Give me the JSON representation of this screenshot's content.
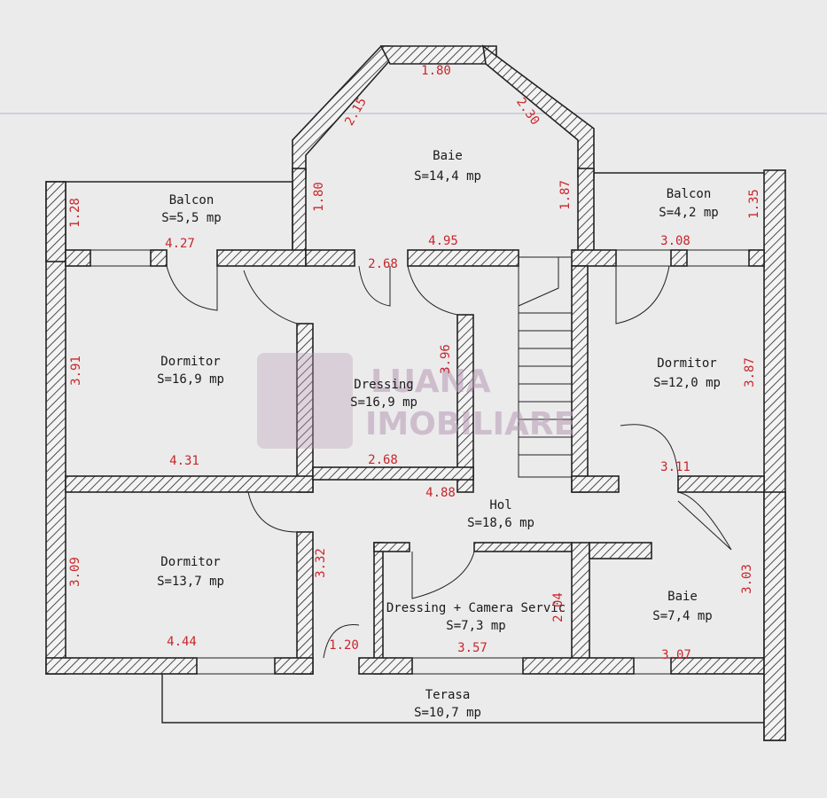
{
  "rooms": {
    "baie_top": {
      "name": "Baie",
      "area": "S=14,4 mp"
    },
    "balcon_left": {
      "name": "Balcon",
      "area": "S=5,5 mp"
    },
    "balcon_right": {
      "name": "Balcon",
      "area": "S=4,2 mp"
    },
    "dormitor_left_top": {
      "name": "Dormitor",
      "area": "S=16,9 mp"
    },
    "dressing": {
      "name": "Dressing",
      "area": "S=16,9 mp"
    },
    "dormitor_right": {
      "name": "Dormitor",
      "area": "S=12,0 mp"
    },
    "hol": {
      "name": "Hol",
      "area": "S=18,6 mp"
    },
    "dormitor_left_bottom": {
      "name": "Dormitor",
      "area": "S=13,7 mp"
    },
    "dressing_camera": {
      "name": "Dressing + Camera Servic",
      "area": "S=7,3 mp"
    },
    "baie_bottom": {
      "name": "Baie",
      "area": "S=7,4 mp"
    },
    "terasa": {
      "name": "Terasa",
      "area": "S=10,7 mp"
    }
  },
  "dimensions": {
    "d_1_80_top": "1.80",
    "d_2_15": "2.15",
    "d_2_30": "2.30",
    "d_1_80_left": "1.80",
    "d_1_87": "1.87",
    "d_1_28": "1.28",
    "d_1_35": "1.35",
    "d_4_27": "4.27",
    "d_4_95": "4.95",
    "d_3_08": "3.08",
    "d_2_68_top": "2.68",
    "d_3_91": "3.91",
    "d_3_96": "3.96",
    "d_3_87": "3.87",
    "d_4_31": "4.31",
    "d_2_68_bottom": "2.68",
    "d_3_11": "3.11",
    "d_4_88": "4.88",
    "d_3_09": "3.09",
    "d_3_32": "3.32",
    "d_2_04": "2.04",
    "d_3_03": "3.03",
    "d_4_44": "4.44",
    "d_1_20": "1.20",
    "d_3_57": "3.57",
    "d_3_07": "3.07"
  },
  "watermark": {
    "line1": "LUANA",
    "line2": "IMOBILIARE"
  },
  "colors": {
    "dimension": "#c8262a",
    "wall": "#222222",
    "watermark": "#b79ab5",
    "paper": "#ecebec"
  }
}
